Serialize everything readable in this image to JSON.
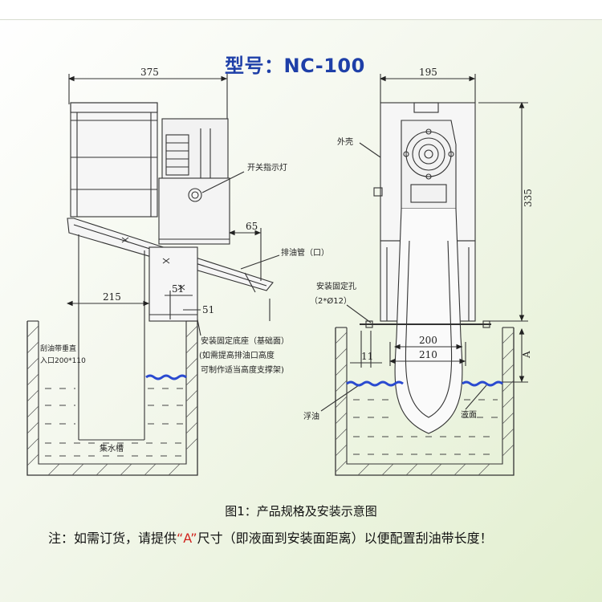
{
  "title": "型号：NC-100",
  "caption": "图1：产品规格及安装示意图",
  "note": {
    "prefix": "注：如需订货，请提供",
    "highlight": "“A”",
    "suffix": "尺寸（即液面到安装面距离）以便配置刮油带长度！"
  },
  "left_view": {
    "dim_width": "375",
    "dim_pipe_offset": "65",
    "dim_inlet_spacing": "215",
    "dim_base_a": "51",
    "dim_base_b": "51",
    "label_indicator": "开关指示灯",
    "label_outlet": "排油管（口）",
    "label_base_1": "安装固定底座（基础面）",
    "label_base_2": "(如需提高排油口高度",
    "label_base_3": "可制作适当高度支撑架)",
    "label_inlet_1": "刮油带垂直",
    "label_inlet_2": "入口200*110",
    "label_tank": "集水槽"
  },
  "right_view": {
    "dim_width": "195",
    "dim_height": "335",
    "dim_inner_a": "200",
    "dim_inner_b": "210",
    "dim_side": "11",
    "dim_a": "A",
    "label_shell": "外壳",
    "label_hole_1": "安装固定孔",
    "label_hole_2": "（2*Ø12）",
    "label_oil": "浮油",
    "label_liquid": "液面"
  },
  "colors": {
    "title": "#1e3fa8",
    "wave": "#2a4ad0",
    "note_highlight": "#d0241e"
  }
}
